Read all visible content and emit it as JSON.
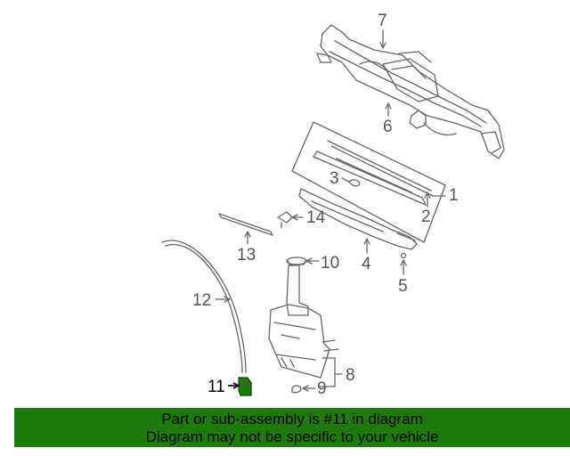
{
  "callouts": {
    "c1": "1",
    "c2": "2",
    "c3": "3",
    "c4": "4",
    "c5": "5",
    "c6": "6",
    "c7": "7",
    "c8": "8",
    "c9": "9",
    "c10": "10",
    "c11": "11",
    "c12": "12",
    "c13": "13",
    "c14": "14"
  },
  "highlighted_part": "11",
  "banner": {
    "line1": "Part or sub-assembly is #11 in diagram",
    "line2": "Diagram may not be specific to your vehicle",
    "background": "#1f7a0c"
  },
  "colors": {
    "line": "#666666",
    "highlight": "#1f7a0c"
  }
}
